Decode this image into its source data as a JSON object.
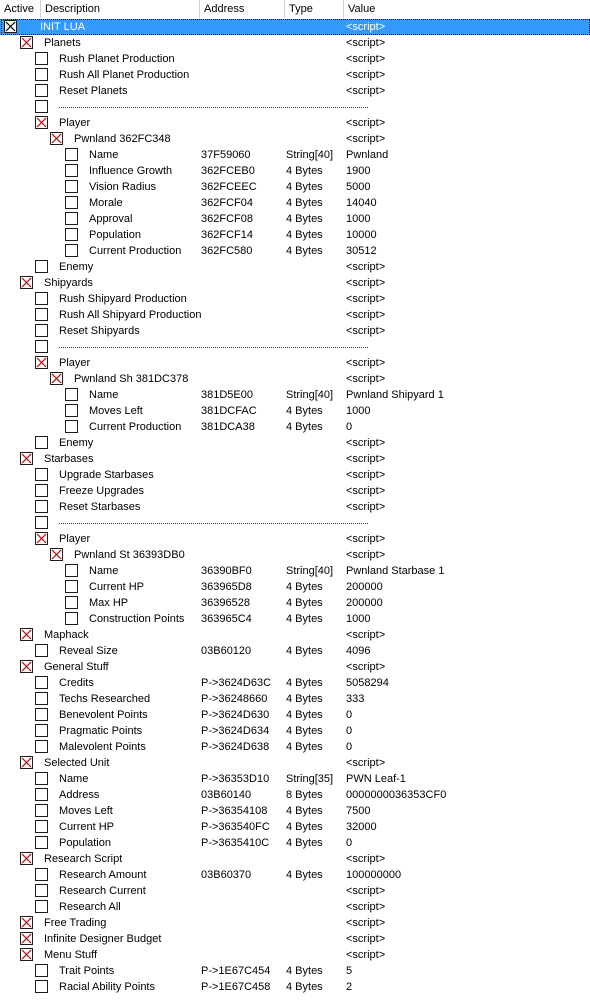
{
  "columns": {
    "active": "Active",
    "description": "Description",
    "address": "Address",
    "type": "Type",
    "value": "Value"
  },
  "colors": {
    "selection": "#3399ff",
    "check_mark": "#cc0000",
    "separator": "#a01010"
  },
  "rows": [
    {
      "indent": 0,
      "checked": true,
      "desc": "INIT LUA",
      "addr": "",
      "type": "",
      "value": "<script>",
      "selected": true
    },
    {
      "indent": 1,
      "checked": true,
      "desc": "Planets",
      "addr": "",
      "type": "",
      "value": "<script>"
    },
    {
      "indent": 2,
      "checked": false,
      "desc": "Rush Planet Production",
      "addr": "",
      "type": "",
      "value": "<script>"
    },
    {
      "indent": 2,
      "checked": false,
      "desc": "Rush All Planet Production",
      "addr": "",
      "type": "",
      "value": "<script>"
    },
    {
      "indent": 2,
      "checked": false,
      "desc": "Reset Planets",
      "addr": "",
      "type": "",
      "value": "<script>"
    },
    {
      "indent": 2,
      "checked": false,
      "separator": true
    },
    {
      "indent": 2,
      "checked": true,
      "desc": "Player",
      "addr": "",
      "type": "",
      "value": "<script>"
    },
    {
      "indent": 3,
      "checked": true,
      "desc": "Pwnland 362FC348",
      "addr": "",
      "type": "",
      "value": "<script>"
    },
    {
      "indent": 4,
      "checked": false,
      "desc": "Name",
      "addr": "37F59060",
      "type": "String[40]",
      "value": "Pwnland"
    },
    {
      "indent": 4,
      "checked": false,
      "desc": "Influence Growth",
      "addr": "362FCEB0",
      "type": "4 Bytes",
      "value": "1900"
    },
    {
      "indent": 4,
      "checked": false,
      "desc": "Vision Radius",
      "addr": "362FCEEC",
      "type": "4 Bytes",
      "value": "5000"
    },
    {
      "indent": 4,
      "checked": false,
      "desc": "Morale",
      "addr": "362FCF04",
      "type": "4 Bytes",
      "value": "14040"
    },
    {
      "indent": 4,
      "checked": false,
      "desc": "Approval",
      "addr": "362FCF08",
      "type": "4 Bytes",
      "value": "1000"
    },
    {
      "indent": 4,
      "checked": false,
      "desc": "Population",
      "addr": "362FCF14",
      "type": "4 Bytes",
      "value": "10000"
    },
    {
      "indent": 4,
      "checked": false,
      "desc": "Current Production",
      "addr": "362FC580",
      "type": "4 Bytes",
      "value": "30512"
    },
    {
      "indent": 2,
      "checked": false,
      "desc": "Enemy",
      "addr": "",
      "type": "",
      "value": "<script>"
    },
    {
      "indent": 1,
      "checked": true,
      "desc": "Shipyards",
      "addr": "",
      "type": "",
      "value": "<script>"
    },
    {
      "indent": 2,
      "checked": false,
      "desc": "Rush Shipyard Production",
      "addr": "",
      "type": "",
      "value": "<script>"
    },
    {
      "indent": 2,
      "checked": false,
      "desc": "Rush All Shipyard Production",
      "addr": "",
      "type": "",
      "value": "<script>"
    },
    {
      "indent": 2,
      "checked": false,
      "desc": "Reset Shipyards",
      "addr": "",
      "type": "",
      "value": "<script>"
    },
    {
      "indent": 2,
      "checked": false,
      "separator": true
    },
    {
      "indent": 2,
      "checked": true,
      "desc": "Player",
      "addr": "",
      "type": "",
      "value": "<script>"
    },
    {
      "indent": 3,
      "checked": true,
      "desc": "Pwnland Sh 381DC378",
      "addr": "",
      "type": "",
      "value": "<script>"
    },
    {
      "indent": 4,
      "checked": false,
      "desc": "Name",
      "addr": "381D5E00",
      "type": "String[40]",
      "value": "Pwnland Shipyard 1"
    },
    {
      "indent": 4,
      "checked": false,
      "desc": "Moves Left",
      "addr": "381DCFAC",
      "type": "4 Bytes",
      "value": "1000"
    },
    {
      "indent": 4,
      "checked": false,
      "desc": "Current Production",
      "addr": "381DCA38",
      "type": "4 Bytes",
      "value": "0"
    },
    {
      "indent": 2,
      "checked": false,
      "desc": "Enemy",
      "addr": "",
      "type": "",
      "value": "<script>"
    },
    {
      "indent": 1,
      "checked": true,
      "desc": "Starbases",
      "addr": "",
      "type": "",
      "value": "<script>"
    },
    {
      "indent": 2,
      "checked": false,
      "desc": "Upgrade Starbases",
      "addr": "",
      "type": "",
      "value": "<script>"
    },
    {
      "indent": 2,
      "checked": false,
      "desc": "Freeze Upgrades",
      "addr": "",
      "type": "",
      "value": "<script>"
    },
    {
      "indent": 2,
      "checked": false,
      "desc": "Reset Starbases",
      "addr": "",
      "type": "",
      "value": "<script>"
    },
    {
      "indent": 2,
      "checked": false,
      "separator": true
    },
    {
      "indent": 2,
      "checked": true,
      "desc": "Player",
      "addr": "",
      "type": "",
      "value": "<script>"
    },
    {
      "indent": 3,
      "checked": true,
      "desc": "Pwnland St 36393DB0",
      "addr": "",
      "type": "",
      "value": "<script>"
    },
    {
      "indent": 4,
      "checked": false,
      "desc": "Name",
      "addr": "36390BF0",
      "type": "String[40]",
      "value": "Pwnland Starbase 1"
    },
    {
      "indent": 4,
      "checked": false,
      "desc": "Current HP",
      "addr": "363965D8",
      "type": "4 Bytes",
      "value": "200000"
    },
    {
      "indent": 4,
      "checked": false,
      "desc": "Max HP",
      "addr": "36396528",
      "type": "4 Bytes",
      "value": "200000"
    },
    {
      "indent": 4,
      "checked": false,
      "desc": "Construction Points",
      "addr": "363965C4",
      "type": "4 Bytes",
      "value": "1000"
    },
    {
      "indent": 1,
      "checked": true,
      "desc": "Maphack",
      "addr": "",
      "type": "",
      "value": "<script>"
    },
    {
      "indent": 2,
      "checked": false,
      "desc": "Reveal Size",
      "addr": "03B60120",
      "type": "4 Bytes",
      "value": "4096"
    },
    {
      "indent": 1,
      "checked": true,
      "desc": "General Stuff",
      "addr": "",
      "type": "",
      "value": "<script>"
    },
    {
      "indent": 2,
      "checked": false,
      "desc": "Credits",
      "addr": "P->3624D63C",
      "type": "4 Bytes",
      "value": "5058294"
    },
    {
      "indent": 2,
      "checked": false,
      "desc": "Techs Researched",
      "addr": "P->36248660",
      "type": "4 Bytes",
      "value": "333"
    },
    {
      "indent": 2,
      "checked": false,
      "desc": "Benevolent Points",
      "addr": "P->3624D630",
      "type": "4 Bytes",
      "value": "0"
    },
    {
      "indent": 2,
      "checked": false,
      "desc": "Pragmatic Points",
      "addr": "P->3624D634",
      "type": "4 Bytes",
      "value": "0"
    },
    {
      "indent": 2,
      "checked": false,
      "desc": "Malevolent Points",
      "addr": "P->3624D638",
      "type": "4 Bytes",
      "value": "0"
    },
    {
      "indent": 1,
      "checked": true,
      "desc": "Selected Unit",
      "addr": "",
      "type": "",
      "value": "<script>"
    },
    {
      "indent": 2,
      "checked": false,
      "desc": "Name",
      "addr": "P->36353D10",
      "type": "String[35]",
      "value": "PWN Leaf-1"
    },
    {
      "indent": 2,
      "checked": false,
      "desc": "Address",
      "addr": "03B60140",
      "type": "8 Bytes",
      "value": "0000000036353CF0"
    },
    {
      "indent": 2,
      "checked": false,
      "desc": "Moves Left",
      "addr": "P->36354108",
      "type": "4 Bytes",
      "value": "7500"
    },
    {
      "indent": 2,
      "checked": false,
      "desc": "Current HP",
      "addr": "P->363540FC",
      "type": "4 Bytes",
      "value": "32000"
    },
    {
      "indent": 2,
      "checked": false,
      "desc": "Population",
      "addr": "P->3635410C",
      "type": "4 Bytes",
      "value": "0"
    },
    {
      "indent": 1,
      "checked": true,
      "desc": "Research Script",
      "addr": "",
      "type": "",
      "value": "<script>"
    },
    {
      "indent": 2,
      "checked": false,
      "desc": "Research Amount",
      "addr": "03B60370",
      "type": "4 Bytes",
      "value": "100000000"
    },
    {
      "indent": 2,
      "checked": false,
      "desc": "Research Current",
      "addr": "",
      "type": "",
      "value": "<script>"
    },
    {
      "indent": 2,
      "checked": false,
      "desc": "Research All",
      "addr": "",
      "type": "",
      "value": "<script>"
    },
    {
      "indent": 1,
      "checked": true,
      "desc": "Free Trading",
      "addr": "",
      "type": "",
      "value": "<script>"
    },
    {
      "indent": 1,
      "checked": true,
      "desc": "Infinite Designer Budget",
      "addr": "",
      "type": "",
      "value": "<script>"
    },
    {
      "indent": 1,
      "checked": true,
      "desc": "Menu Stuff",
      "addr": "",
      "type": "",
      "value": "<script>"
    },
    {
      "indent": 2,
      "checked": false,
      "desc": "Trait Points",
      "addr": "P->1E67C454",
      "type": "4 Bytes",
      "value": "5"
    },
    {
      "indent": 2,
      "checked": false,
      "desc": "Racial Ability Points",
      "addr": "P->1E67C458",
      "type": "4 Bytes",
      "value": "2"
    }
  ]
}
